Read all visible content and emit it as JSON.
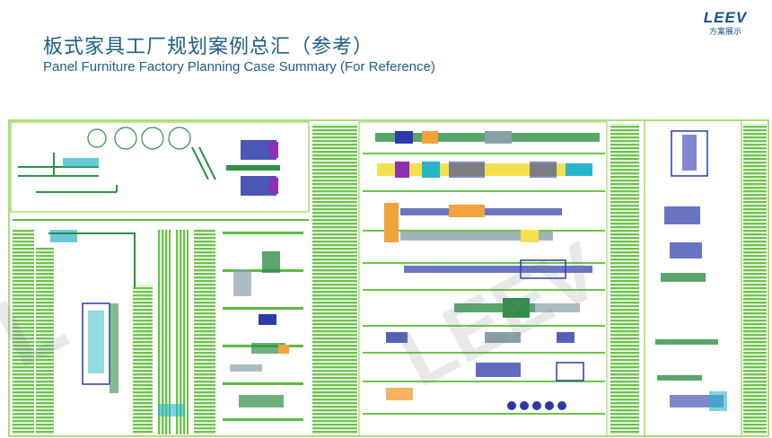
{
  "logo": {
    "word": "LEEV",
    "sub": "方案展示"
  },
  "title": {
    "cn": "板式家具工厂规划案例总汇（参考）",
    "en": "Panel Furniture Factory Planning Case Summary (For Reference)"
  },
  "colors": {
    "title": "#1d5f86",
    "wall": "#8fd14f",
    "storage": "#5dbb3f",
    "conveyor": "#2f8f46",
    "machine_blue": "#2b3aa8",
    "machine_purple": "#8d2fb5",
    "machine_yellow": "#f4e04d",
    "machine_orange": "#f2a13b",
    "machine_cyan": "#27b5c9"
  },
  "icons": {
    "logo": "leev-logo-icon"
  }
}
